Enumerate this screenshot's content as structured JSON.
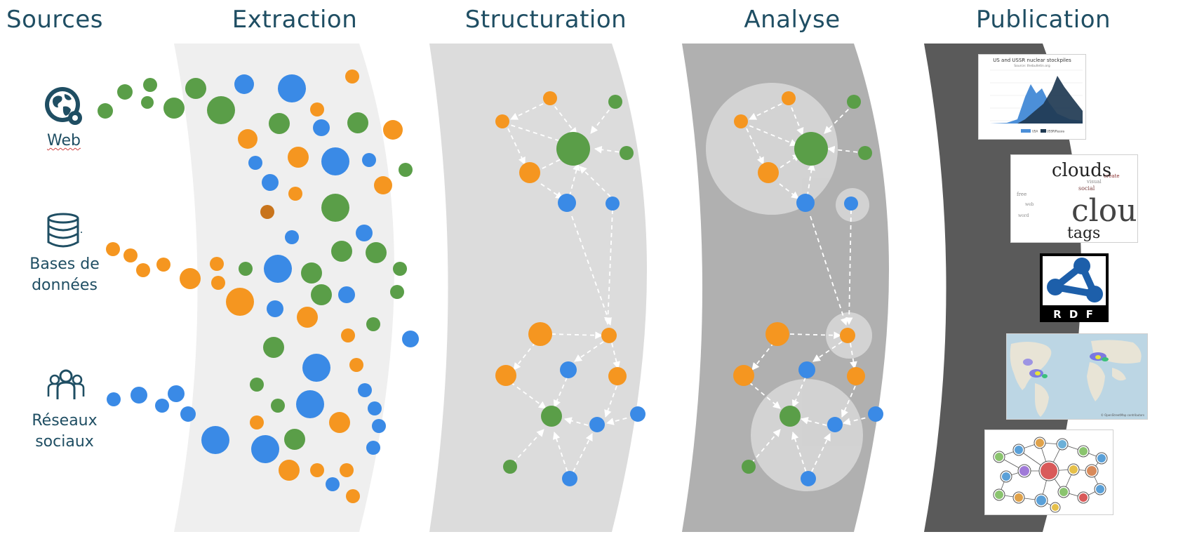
{
  "stages": [
    {
      "key": "sources",
      "label": "Sources"
    },
    {
      "key": "extraction",
      "label": "Extraction"
    },
    {
      "key": "structuration",
      "label": "Structuration"
    },
    {
      "key": "analyse",
      "label": "Analyse"
    },
    {
      "key": "publication",
      "label": "Publication"
    }
  ],
  "sources": [
    {
      "key": "web",
      "lines": [
        "Web"
      ],
      "icon": "globe-icon"
    },
    {
      "key": "databases",
      "lines": [
        "Bases de",
        "données"
      ],
      "icon": "database-icon"
    },
    {
      "key": "social",
      "lines": [
        "Réseaux",
        "sociaux"
      ],
      "icon": "people-icon"
    }
  ],
  "publication": {
    "chart": {
      "title": "US and USSR nuclear stockpiles",
      "subtitle": "Source: thebulletin.org",
      "legend": [
        "USA",
        "USSR/Russia"
      ]
    },
    "wordcloud": {
      "words": [
        "clouds",
        "cloud",
        "tags",
        "create",
        "visual",
        "free",
        "social",
        "web",
        "word"
      ]
    },
    "rdf": {
      "label": "R D F"
    },
    "map": {
      "caption": "© OpenStreetMap contributors"
    },
    "network": {}
  },
  "colors": {
    "navy": "#1f4e63",
    "green": "#5a9e48",
    "blue": "#3a8ae6",
    "orange": "#f59620",
    "dark_orange": "#c8741c",
    "band_extraction": "#efefef",
    "band_structuration": "#dcdcdc",
    "band_analyse": "#b0b0b0",
    "band_publication": "#5a5a5a"
  }
}
